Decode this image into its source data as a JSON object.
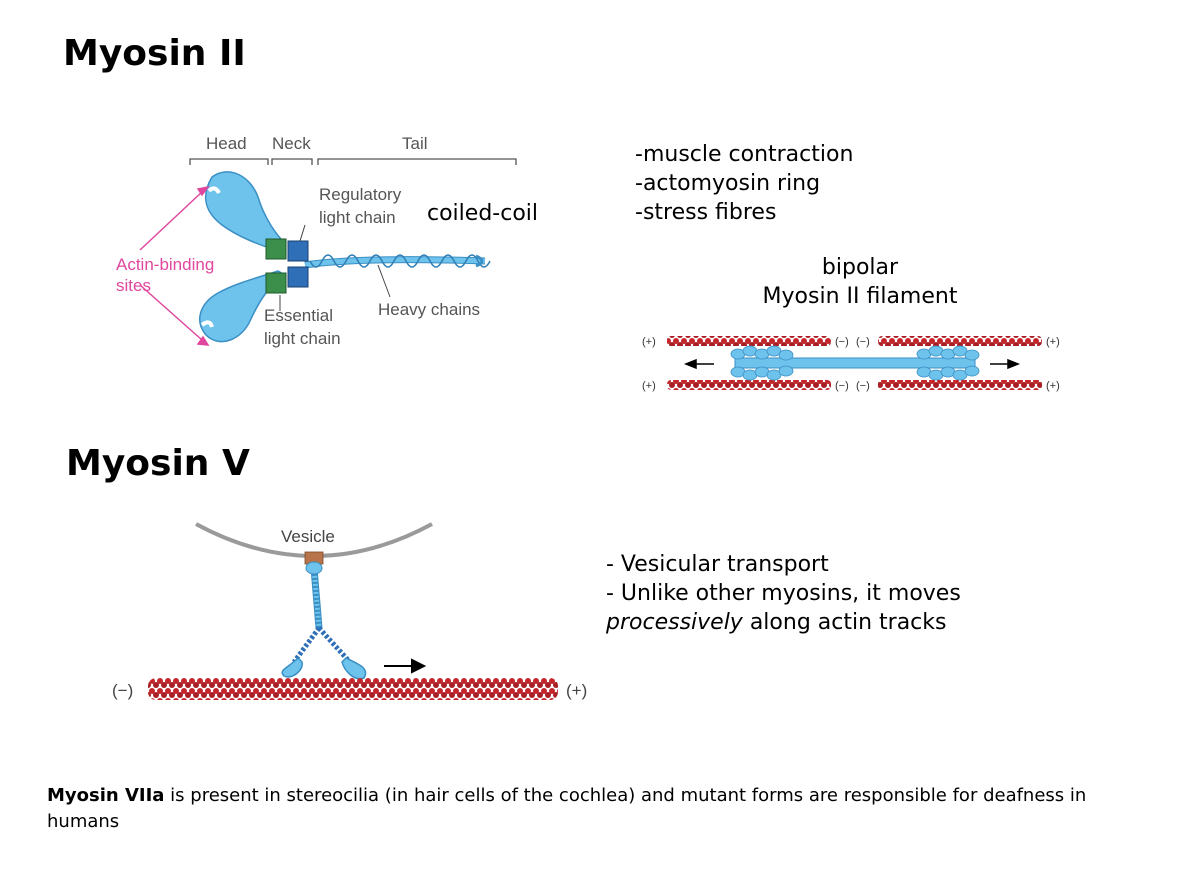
{
  "myosin2": {
    "title": "Myosin II",
    "fig": {
      "head": "Head",
      "neck": "Neck",
      "tail": "Tail",
      "regulatory_1": "Regulatory",
      "regulatory_2": "light chain",
      "actin_binding_1": "Actin-binding",
      "actin_binding_2": "sites",
      "essential_1": "Essential",
      "essential_2": "light chain",
      "heavy_chains": "Heavy chains"
    },
    "coiled_coil": "coiled-coil",
    "functions": [
      "-muscle contraction",
      "-actomyosin ring",
      "-stress fibres"
    ],
    "bipolar_title_1": "bipolar",
    "bipolar_title_2": "Myosin II filament",
    "polarity": {
      "plus": "(+)",
      "minus": "(−)"
    }
  },
  "myosin5": {
    "title": "Myosin V",
    "vesicle": "Vesicle",
    "minus": "(−)",
    "plus": "(+)",
    "bullet1": "- Vesicular transport",
    "bullet2": "- Unlike other myosins, it moves",
    "bullet3_italic": "processively",
    "bullet3_rest": " along actin tracks"
  },
  "footer": {
    "bold": "Myosin VIIa",
    "rest": " is present in stereocilia (in hair cells of the cochlea) and mutant forms are responsible for deafness in humans"
  },
  "colors": {
    "myosin_blue": "#6ec3ec",
    "myosin_outline": "#3a8fc4",
    "essential_green": "#3b8f4a",
    "regulatory_blue": "#2f6fb8",
    "actin_red": "#c4262b",
    "arrow_pink": "#e0479e",
    "vesicle_gray": "#9a9a9a",
    "vesicle_brown": "#b7744a"
  }
}
